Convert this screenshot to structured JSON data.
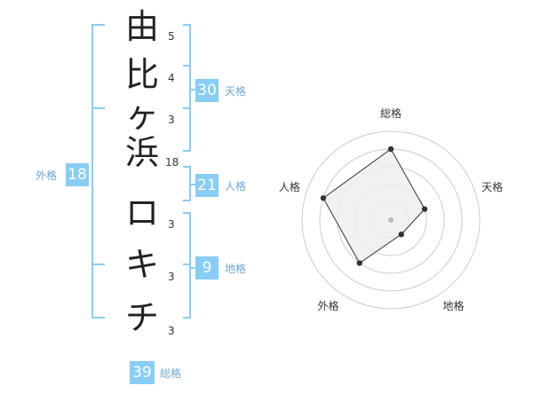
{
  "name_chars": [
    "由",
    "比",
    "ヶ",
    "浜",
    "ロ",
    "キ",
    "チ"
  ],
  "strokes": [
    "5",
    "4",
    "3",
    "18",
    "3",
    "3",
    "3"
  ],
  "fortune": {
    "tenkaku": {
      "value": "30",
      "label": "天格"
    },
    "jinkaku": {
      "value": "21",
      "label": "人格"
    },
    "chikaku": {
      "value": "9",
      "label": "地格"
    },
    "gaikaku": {
      "value": "18",
      "label": "外格"
    },
    "soukaku": {
      "value": "39",
      "label": "総格"
    }
  },
  "radar": {
    "axes": [
      "総格",
      "天格",
      "地格",
      "外格",
      "人格"
    ],
    "values": [
      4,
      2,
      1,
      3,
      4
    ],
    "max": 5,
    "colors": {
      "fill": "#eeeeee",
      "line": "#333333",
      "grid": "#cccccc",
      "center": "#bbbbbb"
    }
  }
}
